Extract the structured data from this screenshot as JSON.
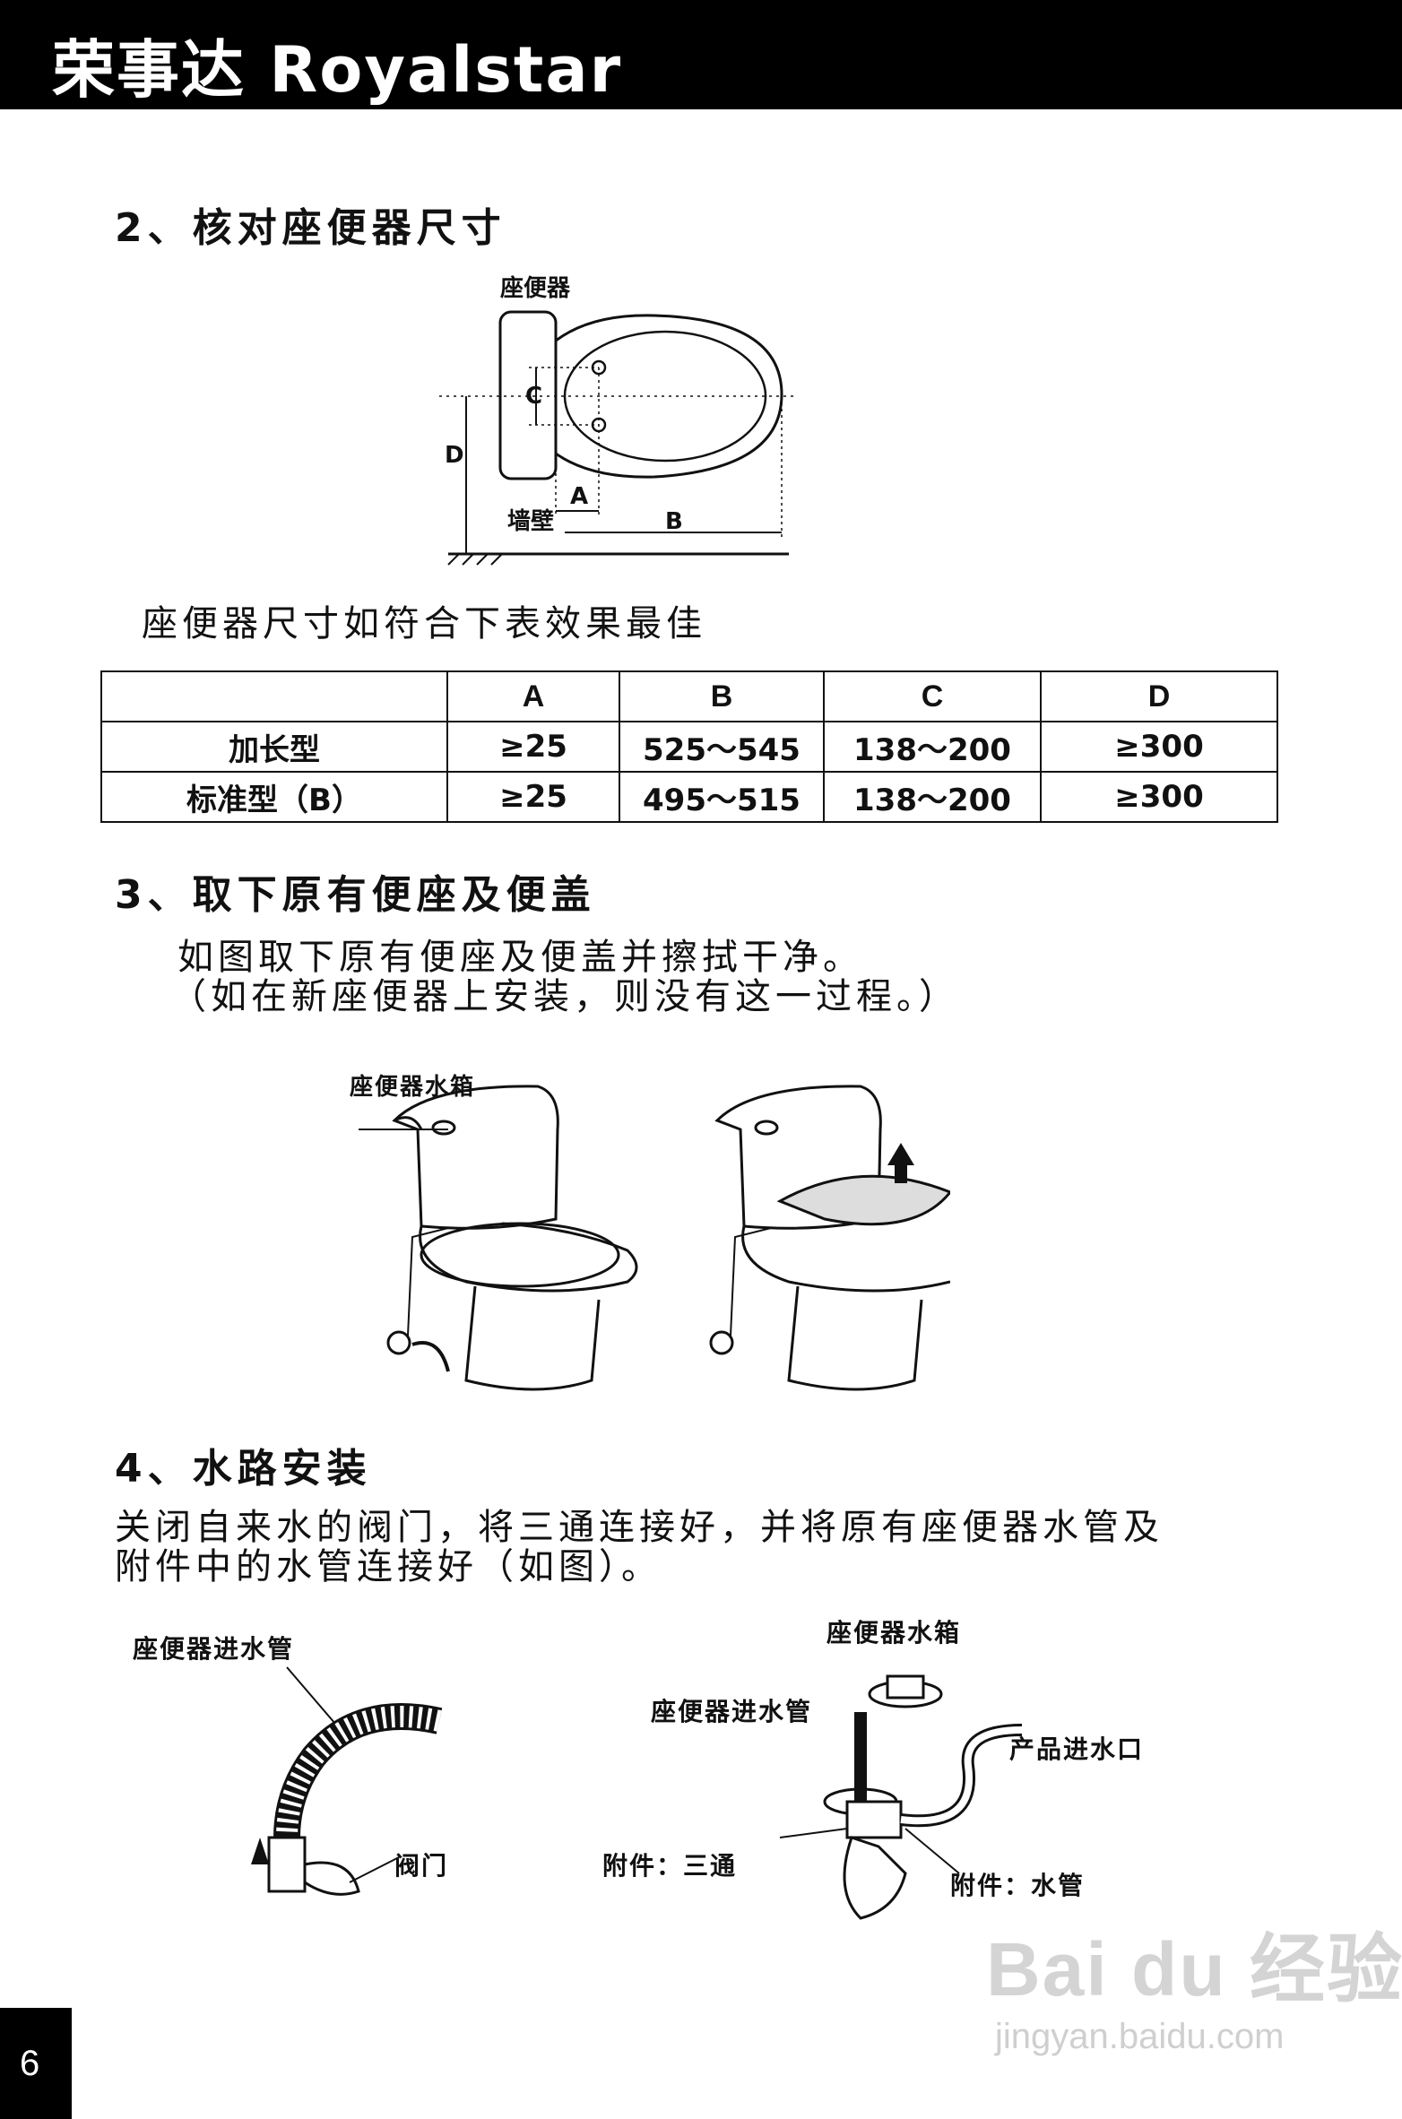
{
  "header": {
    "brand": "荣事达 Royalstar"
  },
  "sections": {
    "s2": {
      "title": "2、核对座便器尺寸"
    },
    "s3": {
      "title": "3、取下原有便座及便盖",
      "line1": "如图取下原有便座及便盖并擦拭干净。",
      "line2": "（如在新座便器上安装，则没有这一过程。）"
    },
    "s4": {
      "title": "4、水路安装",
      "line1": "关闭自来水的阀门，将三通连接好，并将原有座便器水管及",
      "line2": "附件中的水管连接好（如图）。"
    }
  },
  "diagram1": {
    "toilet_label": "座便器",
    "wall_label": "墙壁",
    "a": "A",
    "b": "B",
    "c": "C",
    "d": "D"
  },
  "table_intro": "座便器尺寸如符合下表效果最佳",
  "table": {
    "headers": [
      "",
      "A",
      "B",
      "C",
      "D"
    ],
    "rows": [
      [
        "加长型",
        "≥25",
        "525～545",
        "138～200",
        "≥300"
      ],
      [
        "标准型（B）",
        "≥25",
        "495～515",
        "138～200",
        "≥300"
      ]
    ]
  },
  "diagram2": {
    "tank_label": "座便器水箱"
  },
  "diagram3": {
    "left_inlet": "座便器进水管",
    "left_valve": "阀门",
    "right_tank": "座便器水箱",
    "right_inlet": "座便器进水管",
    "right_product": "产品进水口",
    "right_tee": "附件：三通",
    "right_hose": "附件：水管"
  },
  "watermark": {
    "main": "Bai du 经验",
    "sub": "jingyan.baidu.com"
  },
  "page_number": "6"
}
